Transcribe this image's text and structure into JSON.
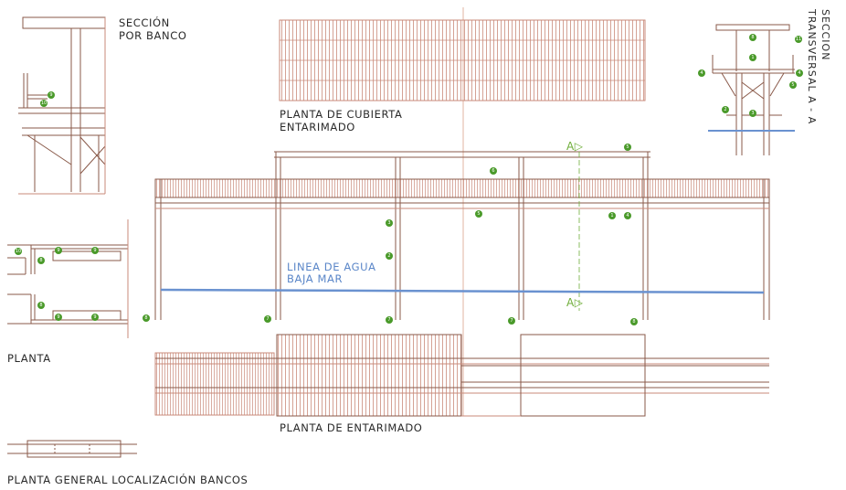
{
  "labels": {
    "seccion_banco_1": "SECCIÓN",
    "seccion_banco_2": "POR BANCO",
    "planta_cubierta_1": "PLANTA DE CUBIERTA",
    "planta_cubierta_2": "ENTARIMADO",
    "seccion_transversal_1": "SECCION",
    "seccion_transversal_2": "TRANSVERSAL A - A",
    "linea_agua_1": "LINEA DE AGUA",
    "linea_agua_2": "BAJA MAR",
    "planta": "PLANTA",
    "planta_entarimado": "PLANTA DE ENTARIMADO",
    "planta_general": "PLANTA GENERAL  LOCALIZACIÓN BANCOS",
    "section_mark_top": "A▷",
    "section_mark_bottom": "A▷"
  },
  "markers": [
    "1",
    "2",
    "3",
    "4",
    "5",
    "6",
    "7",
    "8",
    "9",
    "10",
    "11"
  ],
  "colors": {
    "line_red": "#c98a7a",
    "line_brown": "#8a5a4a",
    "water_blue": "#6a92d0",
    "marker_green": "#4a9a2a",
    "text": "#2a2a2a"
  }
}
